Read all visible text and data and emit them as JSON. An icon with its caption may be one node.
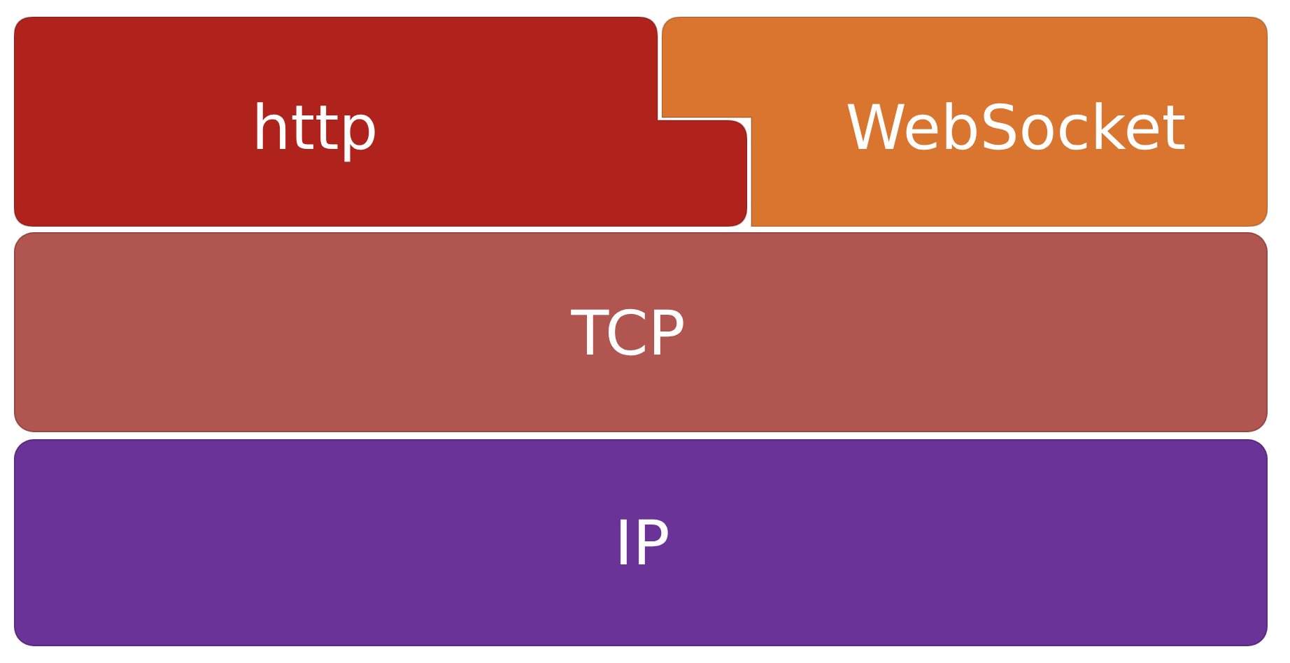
{
  "diagram": {
    "nodes": [
      {
        "text": [
          "http"
        ]
      },
      {
        "text": [
          "WebSocket"
        ]
      },
      {
        "text": [
          "TCP"
        ]
      },
      {
        "text": [
          "IP"
        ]
      }
    ]
  }
}
